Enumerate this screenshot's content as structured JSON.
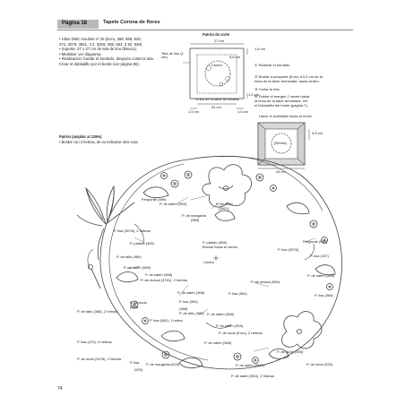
{
  "header": {
    "page_label": "Página 18",
    "title": "Tapete Corona de flores"
  },
  "materials": [
    "• Hilos DMC mouliné nº 25 (Ecru, 368, 989, 520,",
    "  472, 3078, 3821, 3 2, 3819, 355, 554, 3 92, 939).",
    "• Soporte: 27 x 27 cm de tela de lino (blanco).",
    "• Medidas: ver diagrama.",
    "• Realización: bordar el bordado, después cortar la tela.",
    "  Crear el dobladillo por el borde (ver página 95)."
  ],
  "cut_diagram": {
    "title": "Patrón de corte",
    "dim_top": "27 cm",
    "dim_side_top": "1,5 cm",
    "dim_side_bottom": "1,5 cm",
    "dim_inner": "9,8 cm",
    "dim_bottom": "24 cm",
    "dim_bottom_left": "1,5 cm",
    "dim_bottom_right": "1,5 cm",
    "label_fabric": "Tela de lino (1 ver)",
    "label_center": "Centro",
    "label_finish": "Línea de la labor terminada",
    "steps": [
      "① Realizar el bordado",
      "② Bordar a pespunte (Ecru) a 0,5 cm de la",
      "   línea de la labor terminada, hacia dentro.",
      "③ Cortar la tela.",
      "④ Doblar el margen 2 veces hasta",
      "   la línea de la labor terminada. Ver",
      "   el Dobladillo del borde (página 7)."
    ]
  },
  "hem_diagram": {
    "title": "Hacer el dobladillo hacia el revés",
    "label_center": "(Revés)",
    "dim_right": "9,8 cm",
    "dim_bottom": "24 cm"
  },
  "pattern": {
    "title": "Patrón (ampliar al 125%)",
    "subtitle": "• Bordar con 3 hebras, de no indicarse otra cosa"
  },
  "labels": [
    {
      "id": "l1",
      "text": "Pespunte (989)"
    },
    {
      "id": "l2",
      "text": "P. de satén (989)"
    },
    {
      "id": "l3",
      "text": "P. de margarita"
    },
    {
      "id": "l4",
      "text": "(989)"
    },
    {
      "id": "l5",
      "text": "P. de nudo"
    },
    {
      "id": "l6",
      "text": "(3821)"
    },
    {
      "id": "l7",
      "text": "P. lisa (3078), 2 hebras"
    },
    {
      "id": "l8",
      "text": "P. partido (355)"
    },
    {
      "id": "l9",
      "text": "P. partido (355)"
    },
    {
      "id": "l10",
      "text": "Bordar hacia el centro"
    },
    {
      "id": "l11",
      "text": "Pespunte (989)"
    },
    {
      "id": "l12",
      "text": "P. lisa (3078)"
    },
    {
      "id": "l13",
      "text": "Centro"
    },
    {
      "id": "l14",
      "text": "P. de tallo (989)"
    },
    {
      "id": "l15",
      "text": "P. de satén (989)"
    },
    {
      "id": "l16",
      "text": "P. lisa (157)"
    },
    {
      "id": "l17",
      "text": "P. de satén (368)"
    },
    {
      "id": "l18",
      "text": "P. de mosca (3761), 2 hebras"
    },
    {
      "id": "l19",
      "text": "P. de satén (368)"
    },
    {
      "id": "l20",
      "text": "P. lisa (554)"
    },
    {
      "id": "l21",
      "text": "P. de mosca (989)"
    },
    {
      "id": "l22",
      "text": "P. de nudo"
    },
    {
      "id": "l23",
      "text": "(368)"
    },
    {
      "id": "l24",
      "text": "P. de satén (368)"
    },
    {
      "id": "l25",
      "text": "P. lisa (554)"
    },
    {
      "id": "l26",
      "text": "(368)"
    },
    {
      "id": "l27",
      "text": "P. de tallo (368), 2 hebras"
    },
    {
      "id": "l28",
      "text": "P. lisa (554), 1 hebra"
    },
    {
      "id": "l29",
      "text": "P. de tallo (989)"
    },
    {
      "id": "l30",
      "text": "P. de satén (368)"
    },
    {
      "id": "l31",
      "text": "P. de satén (355)"
    },
    {
      "id": "l32",
      "text": "P. de nudo (Ecru), 2 hebras"
    },
    {
      "id": "l33",
      "text": "P. lisa (368)"
    },
    {
      "id": "l34",
      "text": "P. lisa (472), 4 hebras"
    },
    {
      "id": "l35",
      "text": "P. de nudo (3078), 2 hebras"
    },
    {
      "id": "l36",
      "text": "P. lisa"
    },
    {
      "id": "l37",
      "text": "(520)"
    },
    {
      "id": "l38",
      "text": "P. de margarita (520)"
    },
    {
      "id": "l39",
      "text": "P. de satén (368)"
    },
    {
      "id": "l40",
      "text": "P. de nudo (355)"
    },
    {
      "id": "l41",
      "text": "P. de satén (3821)"
    },
    {
      "id": "l42",
      "text": "P. de satén (554), 2 hebras"
    },
    {
      "id": "l43",
      "text": "P. de nudo (520)"
    }
  ],
  "page_number": "74"
}
